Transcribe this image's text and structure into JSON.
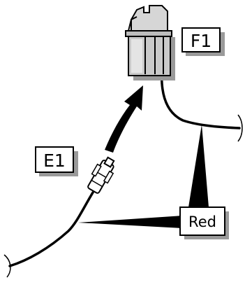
{
  "diagram": {
    "labels": {
      "fuse_holder": "F1",
      "connector": "E1",
      "wire_color": "Red"
    }
  }
}
